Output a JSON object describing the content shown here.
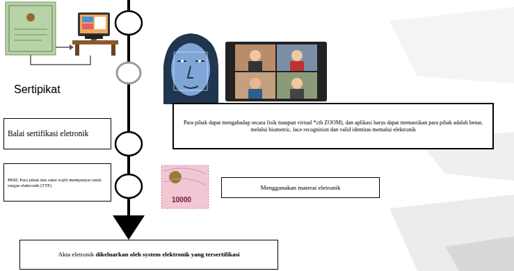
{
  "diagram": {
    "nodes": [
      {
        "text": [
          "Para pihak dapat mengahadap secara fisik maupun virtual *cth ZOOM), dan aplikasi harus dapat memastikan para pihak adalah benar, melalui biometric, face recognition dan valid identitas memalui elektronik"
        ]
      },
      {
        "text": [
          "Balai sertifikasi eletronik"
        ]
      },
      {
        "text": [
          "PPAT, Para pihak dan saksi wajib mempunyai tanda tangan elektronik (TTE)"
        ]
      },
      {
        "text": [
          "Menggunakan materai eletronik"
        ]
      },
      {
        "text": [
          "Akta eletronik",
          "dikeluarkan oleh system elektronik yang tersertifikasi"
        ]
      }
    ],
    "labels": [
      "Sertipikat",
      "10000"
    ]
  }
}
